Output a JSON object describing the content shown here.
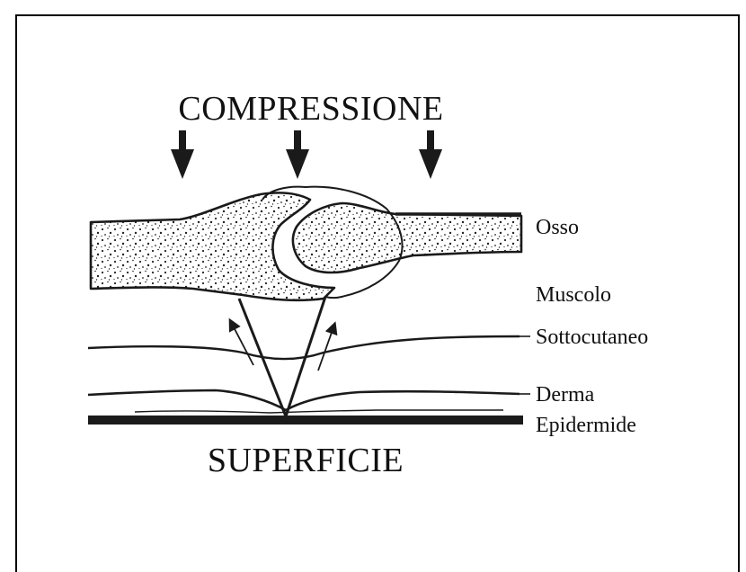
{
  "title": "COMPRESSIONE",
  "bottom_label": "SUPERFICIE",
  "layers": [
    {
      "key": "osso",
      "label": "Osso"
    },
    {
      "key": "muscolo",
      "label": "Muscolo"
    },
    {
      "key": "sottocutaneo",
      "label": "Sottocutaneo"
    },
    {
      "key": "derma",
      "label": "Derma"
    },
    {
      "key": "epidermide",
      "label": "Epidermide"
    }
  ],
  "colors": {
    "ink": "#1a1a1a",
    "background": "#ffffff"
  }
}
